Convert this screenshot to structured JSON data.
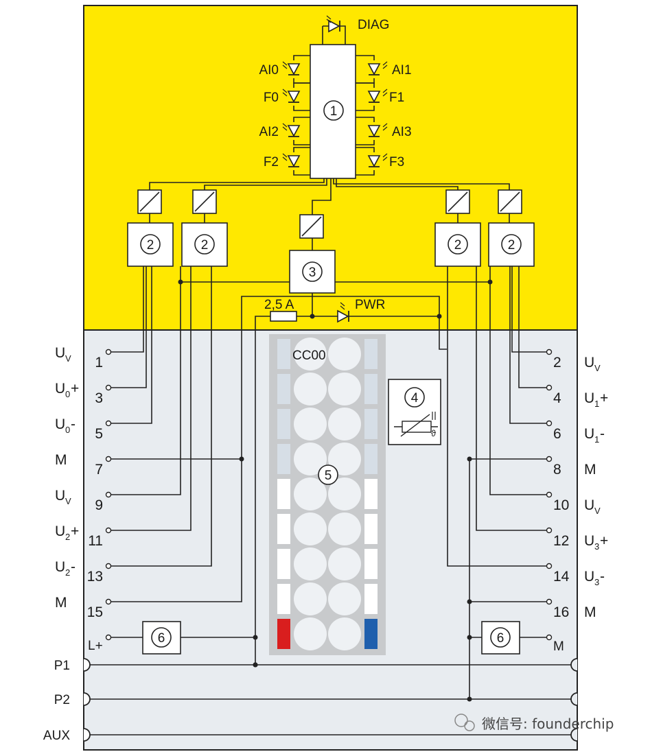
{
  "diagram": {
    "led_labels": {
      "diag": "DIAG",
      "ai0": "AI0",
      "ai1": "AI1",
      "f0": "F0",
      "f1": "F1",
      "ai2": "AI2",
      "ai3": "AI3",
      "f2": "F2",
      "f3": "F3",
      "pwr": "PWR"
    },
    "fuse_label": "2,5 A",
    "color_code_label": "CC00",
    "callouts": {
      "c1": "1",
      "c2": "2",
      "c3": "3",
      "c4": "4",
      "c5": "5",
      "c6": "6"
    },
    "left_terminals": [
      {
        "name": "U",
        "sub": "V",
        "suffix": "",
        "number": "1"
      },
      {
        "name": "U",
        "sub": "0",
        "suffix": "+",
        "number": "3"
      },
      {
        "name": "U",
        "sub": "0",
        "suffix": "-",
        "number": "5"
      },
      {
        "name": "M",
        "sub": "",
        "suffix": "",
        "number": "7"
      },
      {
        "name": "U",
        "sub": "V",
        "suffix": "",
        "number": "9"
      },
      {
        "name": "U",
        "sub": "2",
        "suffix": "+",
        "number": "11"
      },
      {
        "name": "U",
        "sub": "2",
        "suffix": "-",
        "number": "13"
      },
      {
        "name": "M",
        "sub": "",
        "suffix": "",
        "number": "15"
      }
    ],
    "right_terminals": [
      {
        "name": "U",
        "sub": "V",
        "suffix": "",
        "number": "2"
      },
      {
        "name": "U",
        "sub": "1",
        "suffix": "+",
        "number": "4"
      },
      {
        "name": "U",
        "sub": "1",
        "suffix": "-",
        "number": "6"
      },
      {
        "name": "M",
        "sub": "",
        "suffix": "",
        "number": "8"
      },
      {
        "name": "U",
        "sub": "V",
        "suffix": "",
        "number": "10"
      },
      {
        "name": "U",
        "sub": "3",
        "suffix": "+",
        "number": "12"
      },
      {
        "name": "U",
        "sub": "3",
        "suffix": "-",
        "number": "14"
      },
      {
        "name": "M",
        "sub": "",
        "suffix": "",
        "number": "16"
      }
    ],
    "supply_left": "L+",
    "supply_right": "M",
    "bus_labels": {
      "p1": "P1",
      "p2": "P2",
      "aux": "AUX"
    },
    "watermark": "微信号: founderchip",
    "colors": {
      "module_top": "#FFE800",
      "module_bottom": "#E8ECF0",
      "terminal_block": "#C8CACC",
      "pin_light": "#D6DEE6",
      "pin_white": "#FFFFFF",
      "pin_red": "#D91E1E",
      "pin_blue": "#1F5FAD"
    }
  }
}
